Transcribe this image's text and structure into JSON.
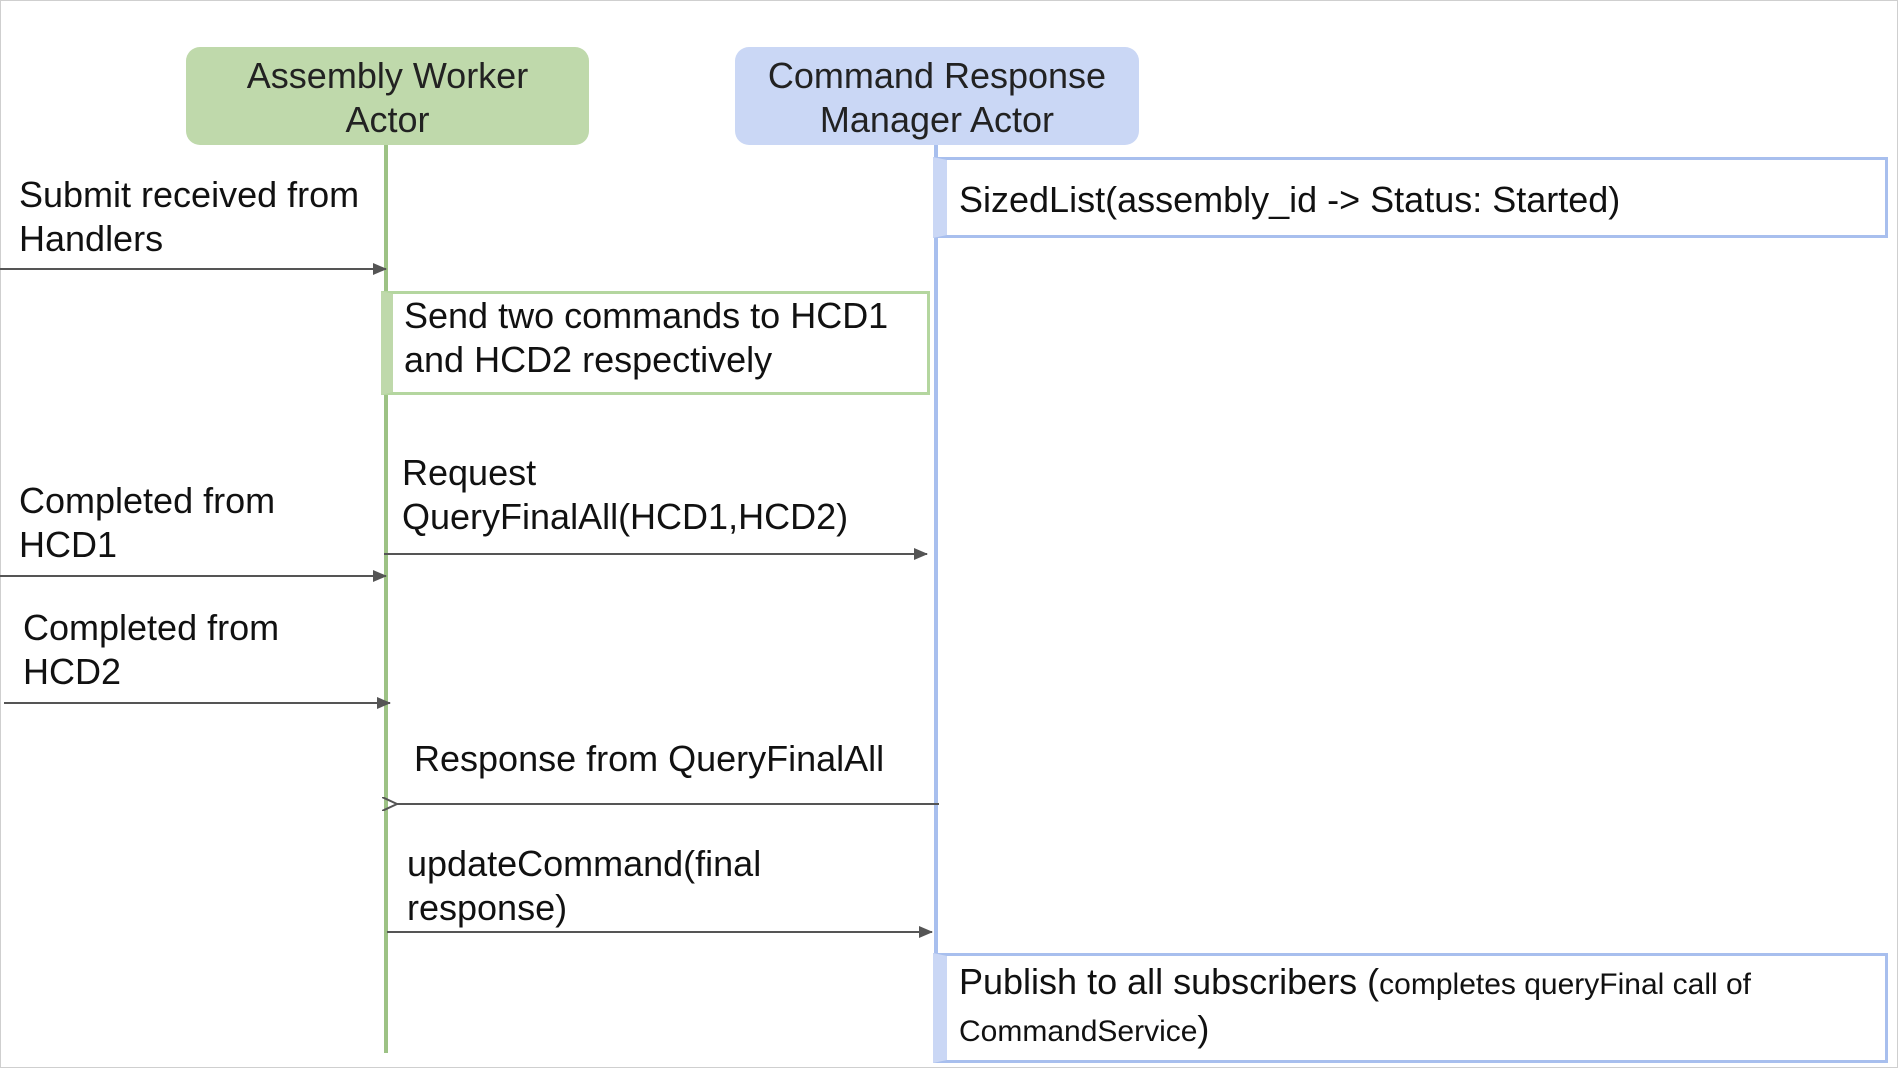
{
  "actors": {
    "worker": "Assembly Worker\nActor",
    "crm": "Command Response\nManager Actor"
  },
  "boxes": {
    "sized_list": "SizedList(assembly_id -> Status: Started)",
    "send_commands": "Send two commands to HCD1\nand HCD2 respectively",
    "publish_main": "Publish to all subscribers (",
    "publish_small_1": "completes queryFinal call of",
    "publish_small_2": "CommandService",
    "publish_close": ")"
  },
  "messages": {
    "submit": "Submit received from\nHandlers",
    "completed_hcd1": "Completed from\nHCD1",
    "completed_hcd2": "Completed from\nHCD2",
    "request_query": "Request\nQueryFinalAll(HCD1,HCD2)",
    "response_query": "Response from QueryFinalAll",
    "update_command": "updateCommand(final\nresponse)"
  },
  "colors": {
    "worker_fill": "#bfd9ab",
    "crm_fill": "#cad7f5",
    "worker_line": "#9dc285",
    "crm_line": "#a8bfee",
    "arrow": "#555555"
  }
}
